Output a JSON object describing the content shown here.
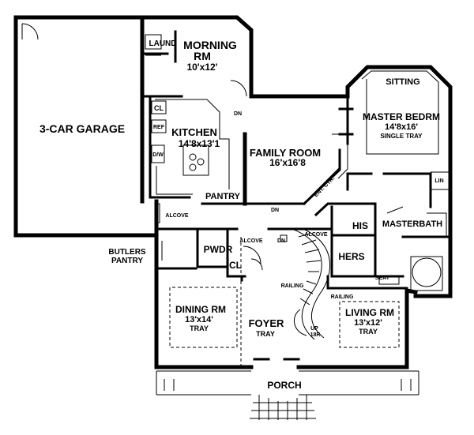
{
  "rooms": {
    "garage": {
      "name": "3-CAR GARAGE"
    },
    "laundry": {
      "name": "LAUND"
    },
    "morning": {
      "name1": "MORNING",
      "name2": "RM",
      "size": "10'x12'"
    },
    "kitchen": {
      "name": "KITCHEN",
      "size": "14'8x13'1"
    },
    "family": {
      "name": "FAMILY ROOM",
      "size": "16'x16'8"
    },
    "master": {
      "name": "MASTER BEDRM",
      "size": "14'8x16'",
      "note": "SINGLE TRAY"
    },
    "sitting": {
      "name": "SITTING"
    },
    "masterbath": {
      "name": "MASTERBATH"
    },
    "his": {
      "name": "HIS"
    },
    "hers": {
      "name": "HERS"
    },
    "pantry": {
      "name": "PANTRY"
    },
    "pwdr": {
      "name": "PWDR"
    },
    "dining": {
      "name": "DINING RM",
      "size": "13'x14'",
      "note": "TRAY"
    },
    "foyer": {
      "name": "FOYER",
      "note": "TRAY"
    },
    "living": {
      "name": "LIVING RM",
      "size": "13'x12'",
      "note": "TRAY"
    },
    "porch": {
      "name": "PORCH"
    },
    "butlers": {
      "name1": "BUTLERS",
      "name2": "PANTRY"
    }
  },
  "labels": {
    "cl_kitchen": "CL",
    "cl_hall": "CL",
    "ref": "REF",
    "dw": "D/W",
    "lin": "LIN",
    "seat": "SEAT",
    "ent_ctr": "ENT. CTR.",
    "alcove_kitchen": "ALCOVE",
    "alcove_hall": "ALCOVE",
    "alcove_stair": "ALCOVE",
    "dn_kitchen": "DN",
    "dn_hall": "DN",
    "dn_stair": "DN",
    "railing_left": "RAILING",
    "railing_right": "RAILING",
    "up": "UP",
    "up_count": "18R"
  }
}
